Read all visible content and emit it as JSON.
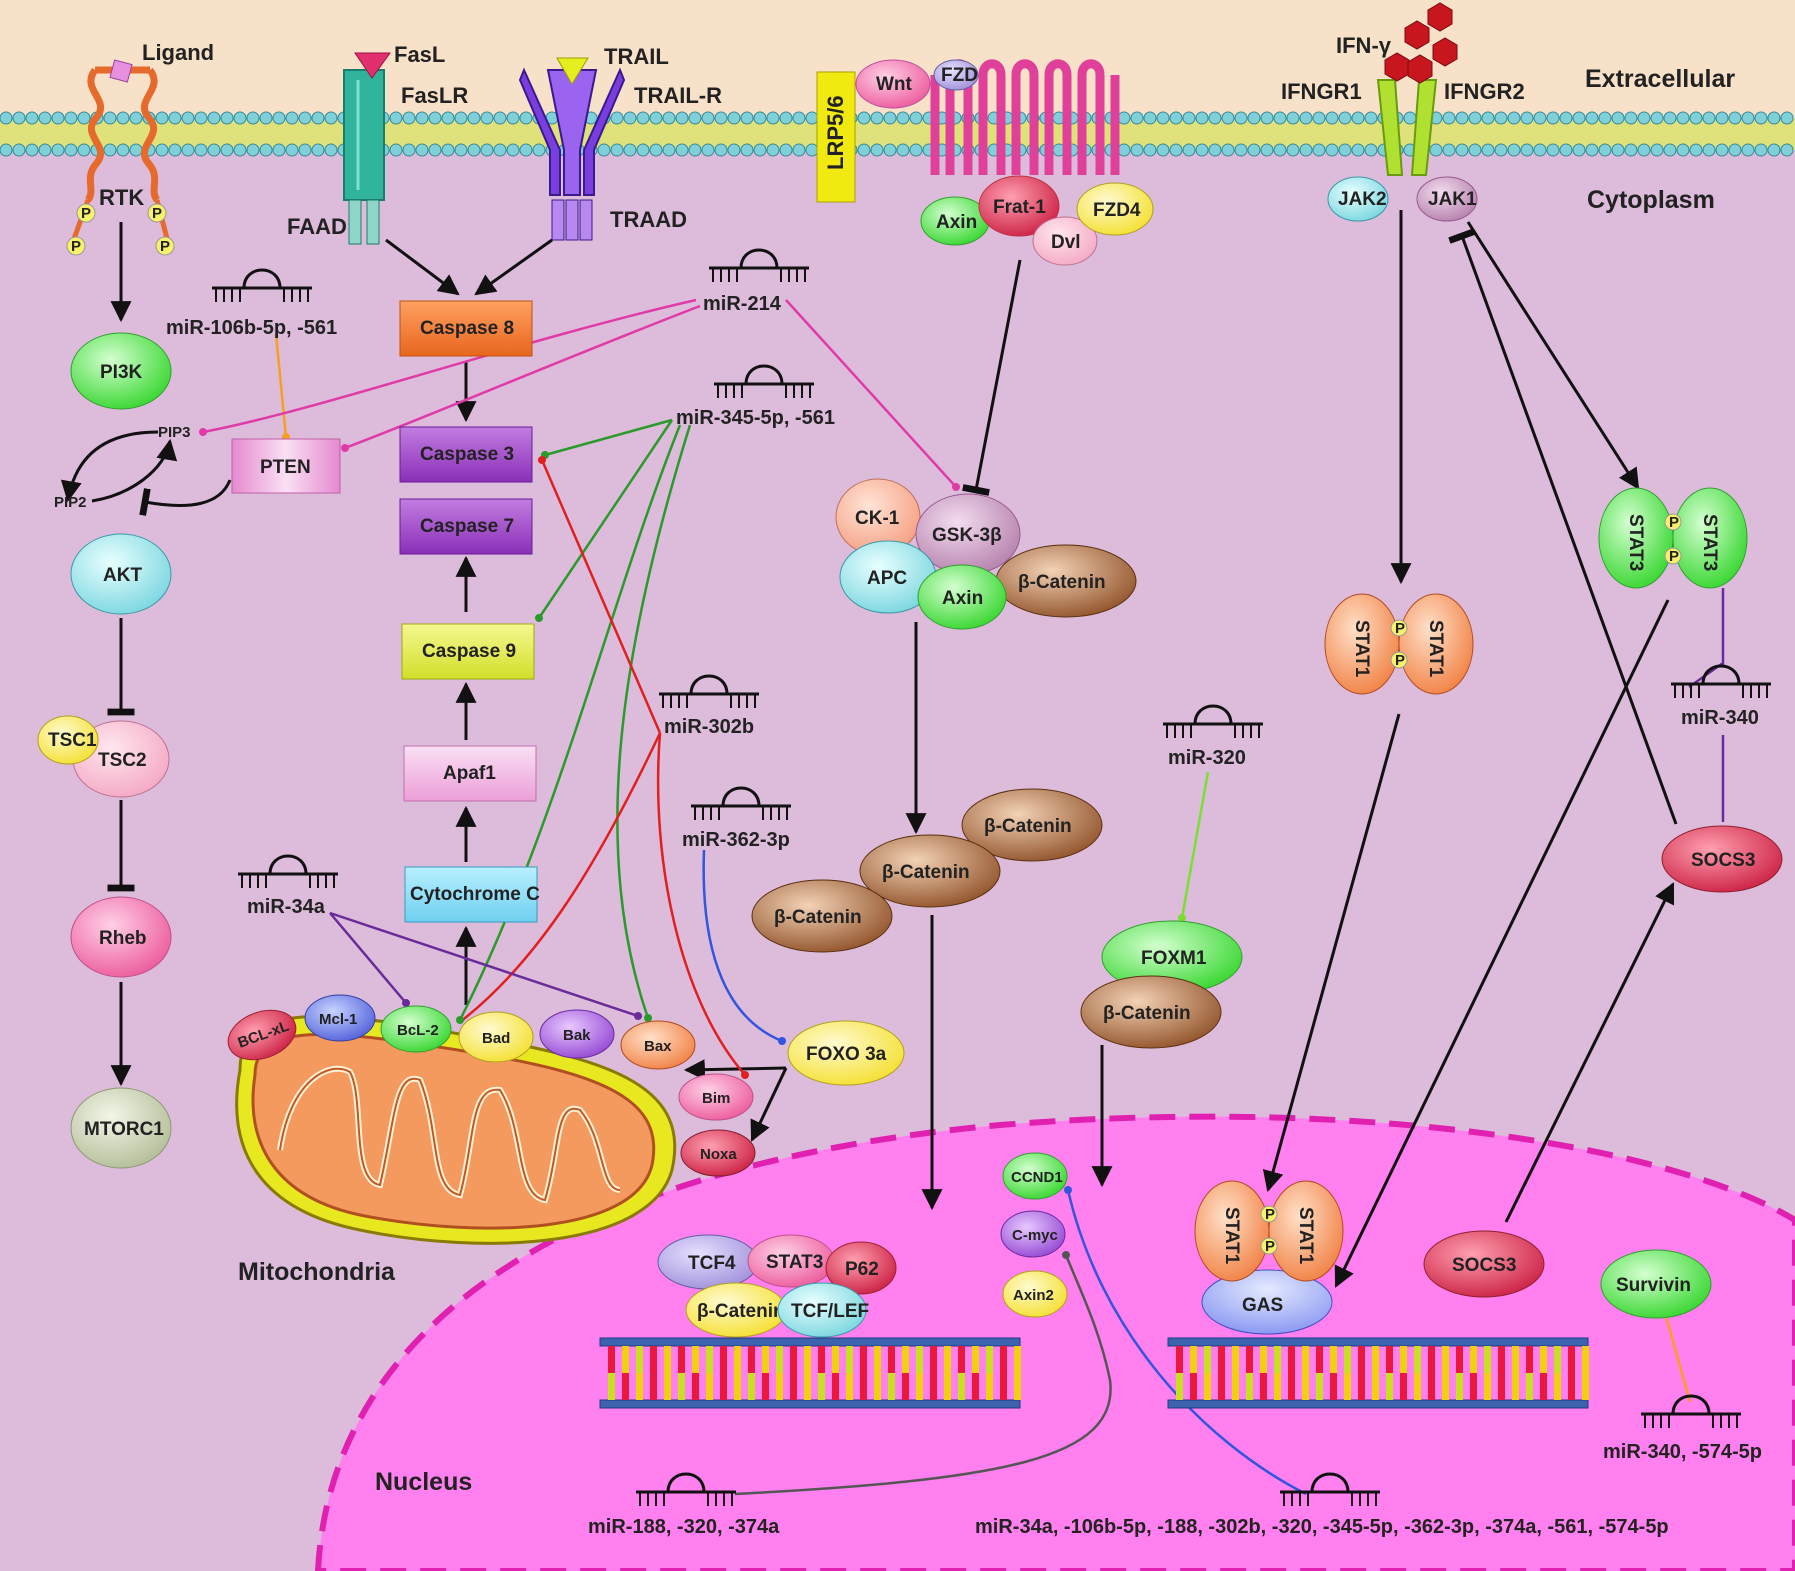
{
  "regions": {
    "extracellular": "Extracellular",
    "cytoplasm": "Cytoplasm",
    "nucleus": "Nucleus",
    "mitochondria": "Mitochondria"
  },
  "receptors": {
    "ligand": "Ligand",
    "rtk": "RTK",
    "fasl": "FasL",
    "faslr": "FasLR",
    "faad": "FAAD",
    "trail": "TRAIL",
    "trail_r": "TRAIL-R",
    "traad": "TRAAD",
    "lrp": "LRP5/6",
    "wnt": "Wnt",
    "fzd": "FZD",
    "ifn": "IFN-γ",
    "ifngr1": "IFNGR1",
    "ifngr2": "IFNGR2",
    "jak2": "JAK2",
    "jak1": "JAK1",
    "p": "P"
  },
  "pi3k_path": {
    "pi3k": "PI3K",
    "pip3": "PIP3",
    "pip2": "PIP2",
    "pten": "PTEN",
    "akt": "AKT",
    "tsc1": "TSC1",
    "tsc2": "TSC2",
    "rheb": "Rheb",
    "mtorc1": "MTORC1"
  },
  "apoptosis": {
    "casp8": "Caspase 8",
    "casp3": "Caspase 3",
    "casp7": "Caspase 7",
    "casp9": "Caspase 9",
    "apaf1": "Apaf1",
    "cytc": "Cytochrome C",
    "bclxl": "BCL-xL",
    "mcl1": "Mcl-1",
    "bcl2": "BcL-2",
    "bad": "Bad",
    "bak": "Bak",
    "bax": "Bax",
    "bim": "Bim",
    "noxa": "Noxa",
    "foxo3a": "FOXO 3a"
  },
  "wnt_path": {
    "axin_top": "Axin",
    "frat1": "Frat-1",
    "dvl": "Dvl",
    "fzd4": "FZD4",
    "ck1": "CK-1",
    "gsk3b": "GSK-3β",
    "apc": "APC",
    "axin": "Axin",
    "bcat": "β-Catenin"
  },
  "jak_stat": {
    "stat1": "STAT1",
    "stat3": "STAT3",
    "socs3": "SOCS3",
    "foxm1": "FOXM1"
  },
  "nucleus_items": {
    "tcf4": "TCF4",
    "stat3": "STAT3",
    "p62": "P62",
    "bcat": "β-Catenin",
    "tcflef": "TCF/LEF",
    "ccnd1": "CCND1",
    "cmyc": "C-myc",
    "axin2": "Axin2",
    "gas": "GAS",
    "survivin": "Survivin"
  },
  "mirnas": {
    "m106": "miR-106b-5p, -561",
    "m214": "miR-214",
    "m345": "miR-345-5p, -561",
    "m302": "miR-302b",
    "m362": "miR-362-3p",
    "m34": "miR-34a",
    "m320": "miR-320",
    "m340": "miR-340",
    "m340b": "miR-340, -574-5p",
    "m188": "miR-188, -320, -374a",
    "mall": "miR-34a, -106b-5p, -188, -302b, -320, -345-5p, -362-3p, -374a, -561, -574-5p"
  },
  "colors": {
    "extracellular": "#f7e1c8",
    "cytoplasm": "#dcbcda",
    "nucleus": "#ff80ee",
    "caspase_purple": "#9b3fc6",
    "caspase8": "#f07a2b",
    "caspase9": "#e5ee4a",
    "mir_red": "#e02020",
    "mir_green": "#2a9a2a",
    "mir_magenta": "#e03aa8",
    "mir_purple": "#6a2a9a",
    "mir_blue": "#3355dd",
    "mir_orange": "#f5a020"
  }
}
